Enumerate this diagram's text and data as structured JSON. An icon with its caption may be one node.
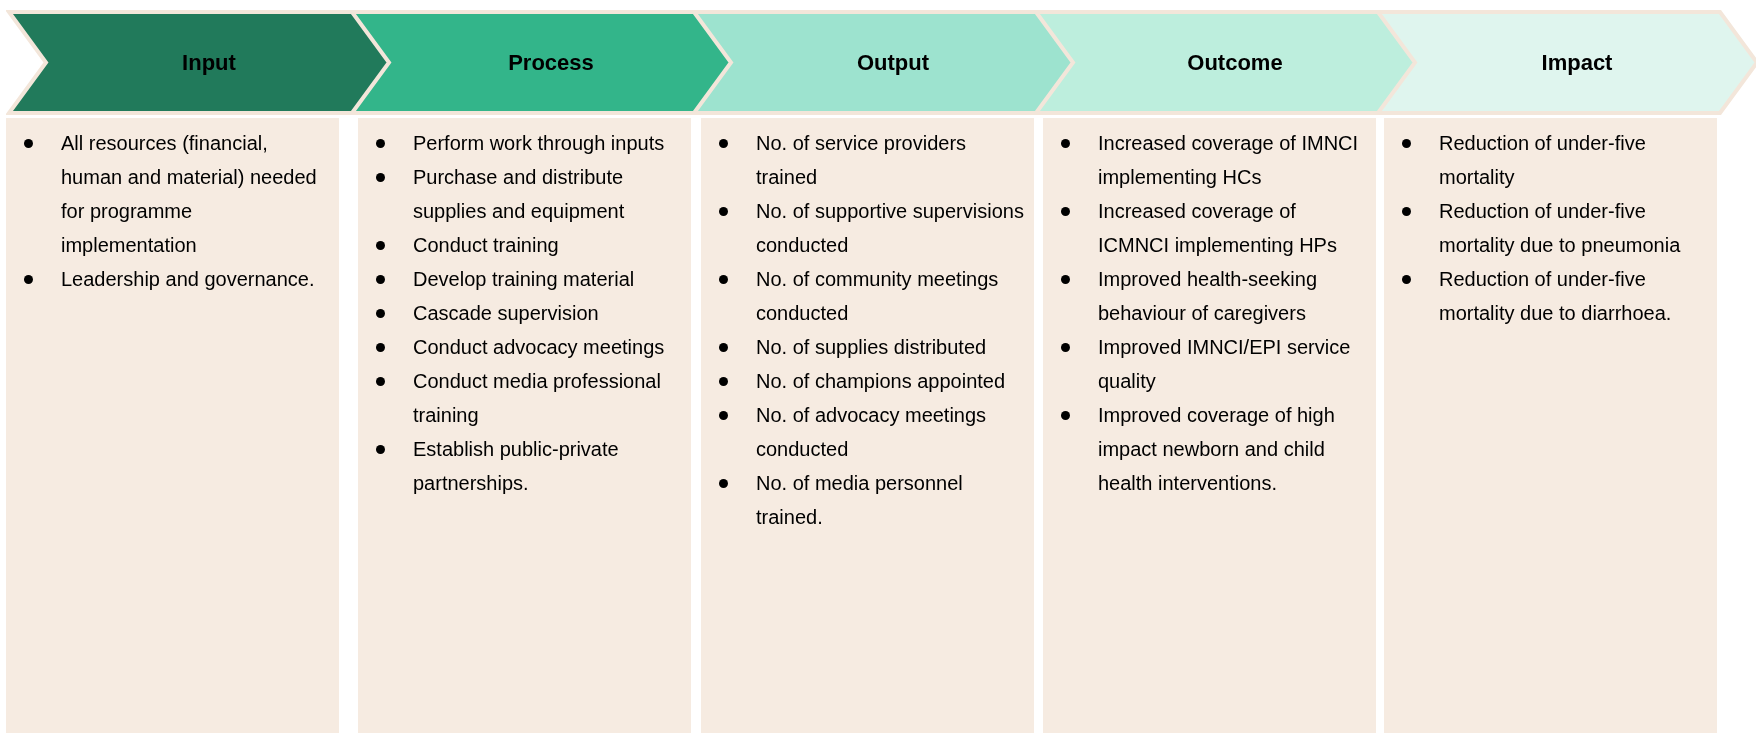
{
  "diagram": {
    "nodes": [
      {
        "text": [
          "Input"
        ]
      },
      {
        "text": [
          "Process"
        ]
      },
      {
        "text": [
          "Output"
        ]
      },
      {
        "text": [
          "Outcome"
        ]
      },
      {
        "text": [
          "Impact"
        ]
      },
      {
        "text": [
          "All resources (financial, human and material) needed for programme implementation",
          "Leadership and governance."
        ]
      },
      {
        "text": [
          "Perform work through inputs",
          "Purchase and distribute supplies and equipment",
          "Conduct training",
          "Develop training material",
          "Cascade supervision",
          "Conduct advocacy meetings",
          "Conduct media professional training",
          "Establish public-private partnerships."
        ]
      },
      {
        "text": [
          "No. of service providers trained",
          "No. of supportive supervisions conducted",
          "No. of community meetings conducted",
          "No. of supplies distributed",
          "No. of champions appointed",
          "No. of advocacy meetings conducted",
          "No. of media personnel trained."
        ]
      },
      {
        "text": [
          "Increased coverage of IMNCI implementing HCs",
          "Increased coverage of ICMNCI implementing HPs",
          "Improved health-seeking behaviour of caregivers",
          "Improved IMNCI/EPI service quality",
          "Improved coverage of high impact newborn and child health interventions."
        ]
      },
      {
        "text": [
          "Reduction of under-five mortality",
          "Reduction of under-five mortality due to pneumonia",
          "Reduction of under-five mortality due to diarrhoea."
        ]
      }
    ]
  }
}
